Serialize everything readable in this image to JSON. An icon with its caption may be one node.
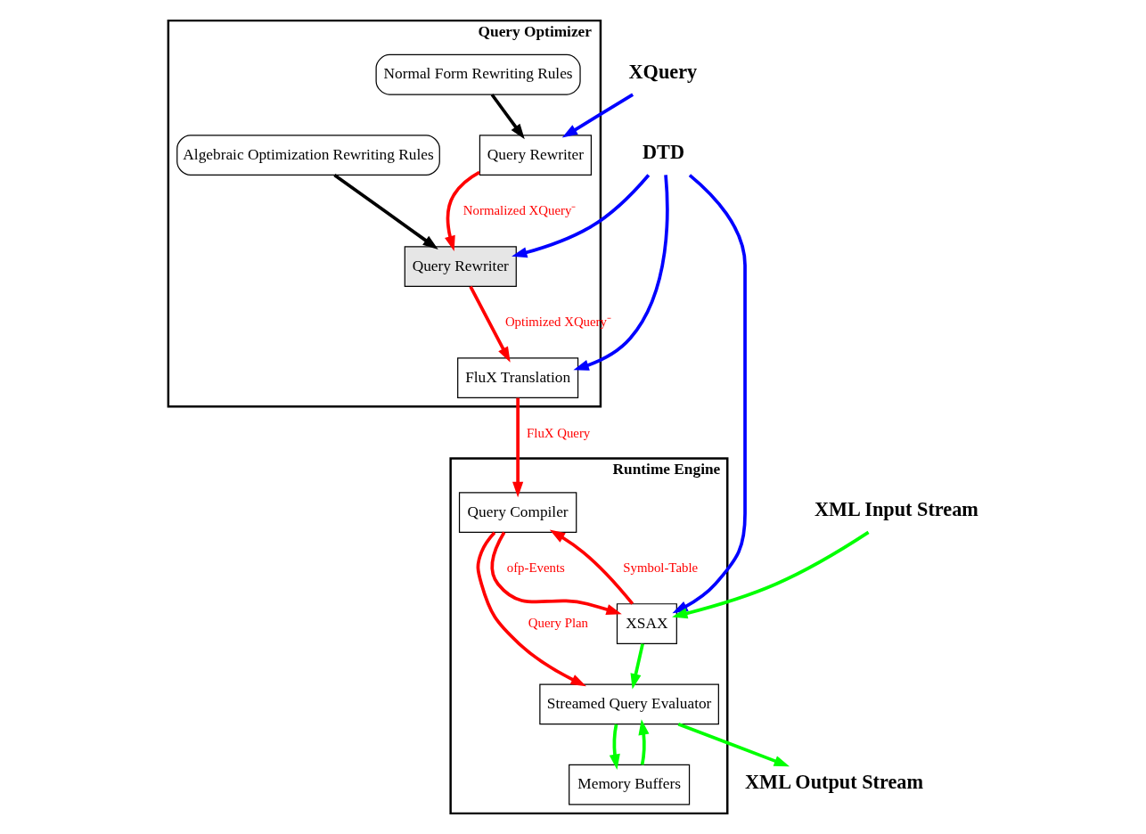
{
  "diagram": {
    "nodes": [
      {
        "text": [
          "Query Optimizer"
        ]
      },
      {
        "text": [
          "Query Rewriter"
        ],
        "in": 0
      },
      {
        "text": [
          "Normal Form Rewriting Rules"
        ],
        "in": 0
      },
      {
        "text": [
          "Query Rewriter"
        ],
        "in": 0
      },
      {
        "text": [
          "Algebraic Optimization Rewriting Rules"
        ],
        "in": 0
      },
      {
        "text": [
          "FluX Translation"
        ],
        "in": 0
      },
      {
        "text": [
          "Runtime Engine"
        ]
      },
      {
        "text": [
          "Query Compiler"
        ],
        "in": 6
      },
      {
        "text": [
          "XSAX"
        ],
        "in": 6
      },
      {
        "text": [
          "Streamed Query Evaluator"
        ],
        "in": 6
      },
      {
        "text": [
          "Memory Buffers"
        ],
        "in": 6
      },
      {
        "text": [
          "XQuery"
        ]
      },
      {
        "text": [
          "DTD"
        ]
      },
      {
        "text": [
          "XML Input Stream"
        ]
      },
      {
        "text": [
          "XML Output Stream"
        ]
      }
    ],
    "edges": [
      {
        "from": 11,
        "to": 1,
        "arrow": "to",
        "color": "#0000ff"
      },
      {
        "from": 2,
        "to": 1,
        "arrow": "to",
        "color": "#000000"
      },
      {
        "from": 1,
        "to": 3,
        "arrow": "to",
        "label": "Normalized XQuery⁻"
      },
      {
        "from": 12,
        "to": 3,
        "arrow": "to",
        "color": "#0000ff"
      },
      {
        "from": 4,
        "to": 3,
        "arrow": "to",
        "color": "#000000"
      },
      {
        "from": 3,
        "to": 5,
        "arrow": "to",
        "label": "Optimized XQuery⁻"
      },
      {
        "from": 12,
        "to": 5,
        "arrow": "to",
        "color": "#0000ff"
      },
      {
        "from": 5,
        "to": 7,
        "arrow": "to",
        "label": "FluX Query"
      },
      {
        "from": 7,
        "to": 9,
        "arrow": "to",
        "label": "Query Plan"
      },
      {
        "from": 8,
        "to": 7,
        "arrow": "to",
        "label": "Symbol-Table"
      },
      {
        "from": 7,
        "to": 8,
        "arrow": "to",
        "label": "ofp-Events"
      },
      {
        "from": 12,
        "to": 8,
        "arrow": "to",
        "color": "#0000ff"
      },
      {
        "from": 13,
        "to": 8,
        "arrow": "to",
        "color": "#00ff00"
      },
      {
        "from": 8,
        "to": 9,
        "arrow": "to",
        "color": "#00ff00"
      },
      {
        "from": 9,
        "to": 14,
        "arrow": "to",
        "color": "#00ff00"
      },
      {
        "from": 9,
        "to": 10,
        "arrow": "to",
        "color": "#00ff00"
      },
      {
        "from": 10,
        "to": 9,
        "arrow": "to",
        "color": "#00ff00"
      }
    ]
  }
}
